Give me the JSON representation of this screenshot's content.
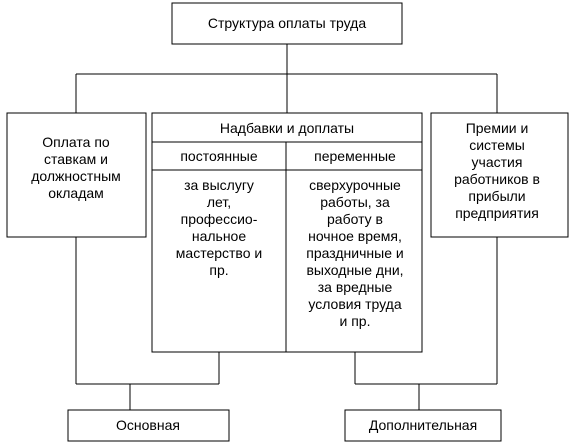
{
  "title": "Структура оплаты труда",
  "left_box": {
    "lines": [
      "Оплата по",
      "ставкам и",
      "должностным",
      "окладам"
    ]
  },
  "center_box": {
    "header": "Надбавки и доплаты",
    "columns": [
      {
        "name": "постоянные",
        "lines": [
          "за выслугу",
          "лет,",
          "профессио-",
          "нальное",
          "мастерство и",
          "пр."
        ]
      },
      {
        "name": "переменные",
        "lines": [
          "сверхурочные",
          "работы, за",
          "работу в",
          "ночное время,",
          "праздничные и",
          "выходные дни,",
          "за вредные",
          "условия труда",
          "и пр."
        ]
      }
    ]
  },
  "right_box": {
    "lines": [
      "Премии и",
      "системы",
      "участия",
      "работников в",
      "прибыли",
      "предприятия"
    ]
  },
  "bottom": {
    "main": "Основная",
    "additional": "Дополнительная"
  }
}
